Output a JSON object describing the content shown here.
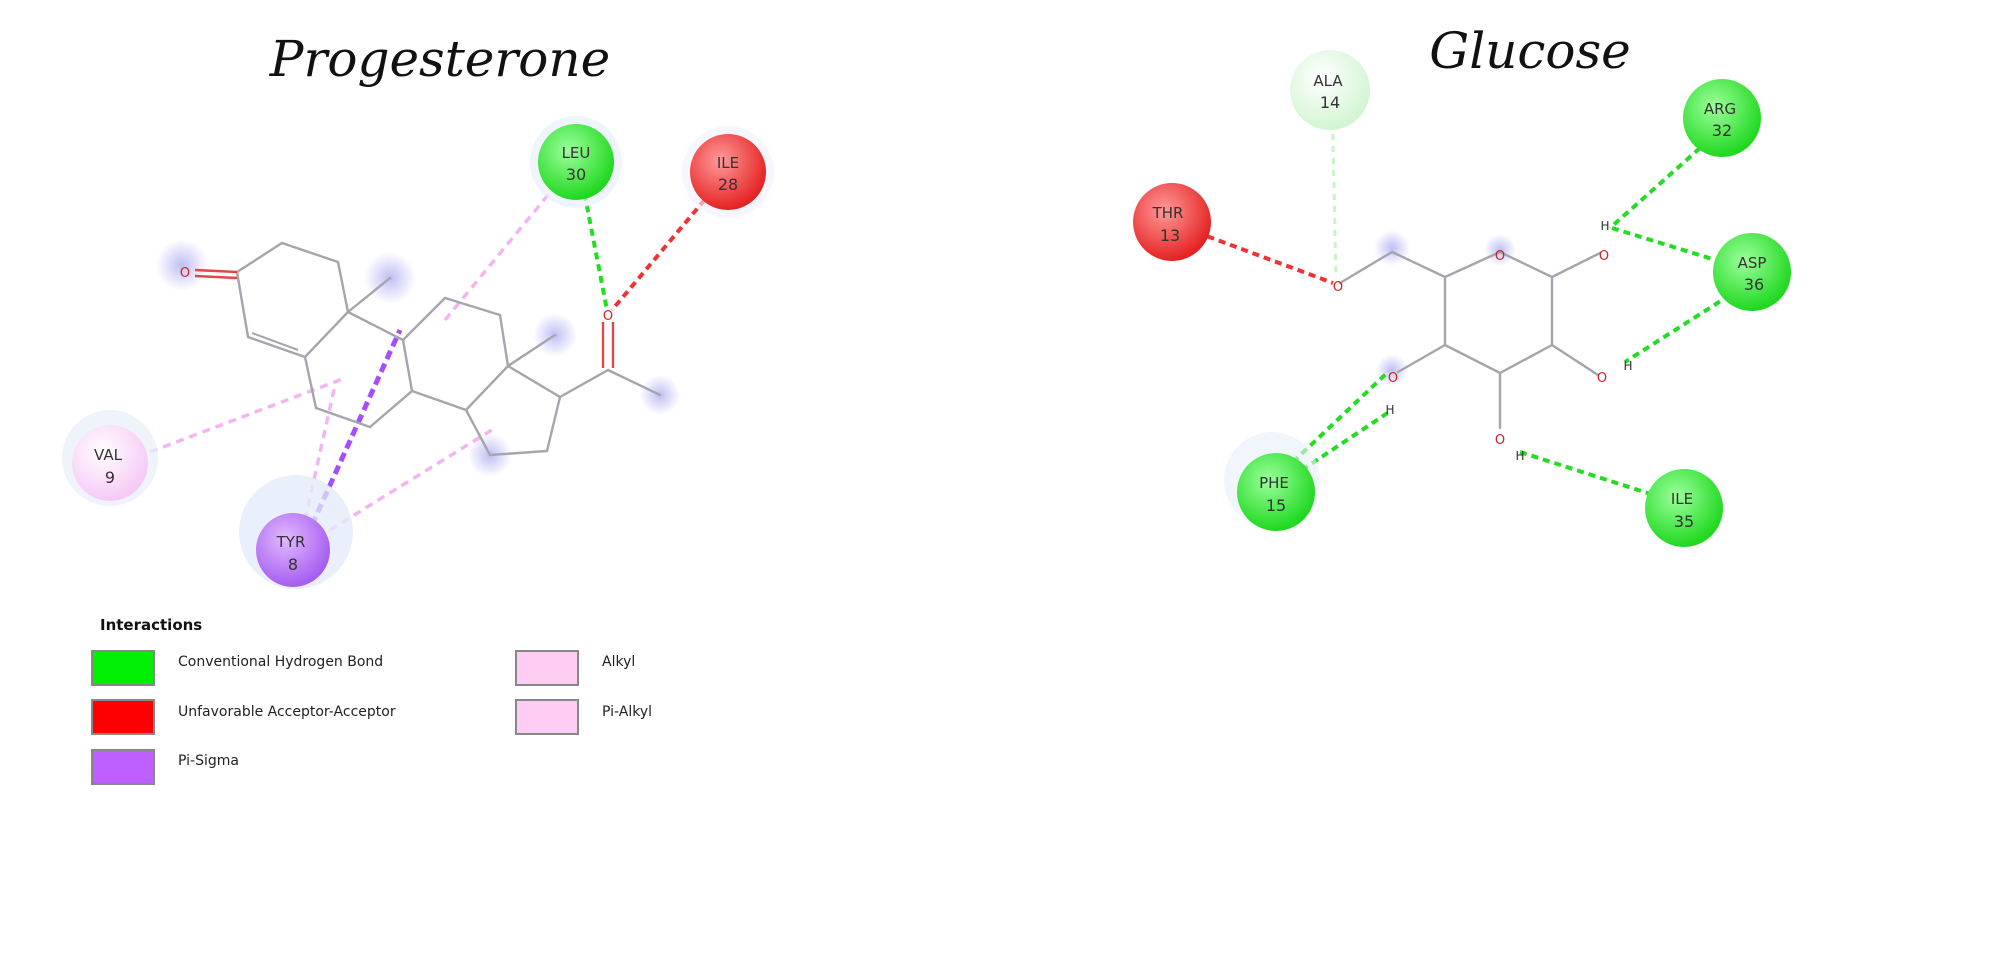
{
  "panels": [
    {
      "title": "Progesterone",
      "residues": [
        {
          "name": "LEU",
          "number": "30",
          "type": "hbond"
        },
        {
          "name": "ILE",
          "number": "28",
          "type": "unfavorable"
        },
        {
          "name": "VAL",
          "number": "9",
          "type": "alkyl"
        },
        {
          "name": "TYR",
          "number": "8",
          "type": "pisigma"
        }
      ],
      "atoms": [
        "O",
        "O"
      ]
    },
    {
      "title": "Glucose",
      "residues": [
        {
          "name": "ALA",
          "number": "14",
          "type": "vdw"
        },
        {
          "name": "ARG",
          "number": "32",
          "type": "hbond"
        },
        {
          "name": "THR",
          "number": "13",
          "type": "unfavorable"
        },
        {
          "name": "ASP",
          "number": "36",
          "type": "hbond"
        },
        {
          "name": "PHE",
          "number": "15",
          "type": "hbond"
        },
        {
          "name": "ILE",
          "number": "35",
          "type": "hbond"
        }
      ],
      "atoms": [
        "O",
        "O",
        "O",
        "O",
        "O",
        "O"
      ],
      "hydrogens": [
        "H",
        "H",
        "H",
        "H"
      ]
    }
  ],
  "legend": {
    "title": "Interactions",
    "items": [
      {
        "label": "Conventional Hydrogen Bond",
        "color": "#00ee00"
      },
      {
        "label": "Unfavorable Acceptor-Acceptor",
        "color": "#ff0000"
      },
      {
        "label": "Pi-Sigma",
        "color": "#bf5fff"
      },
      {
        "label": "Alkyl",
        "color": "#ffccf4"
      },
      {
        "label": "Pi-Alkyl",
        "color": "#ffccf4"
      }
    ]
  },
  "colors": {
    "hbond": "#22dd22",
    "unfavorable": "#ee3333",
    "pisigma": "#a64dff",
    "alkyl": "#f1b6f1",
    "vdw": "#c8f5c8"
  }
}
